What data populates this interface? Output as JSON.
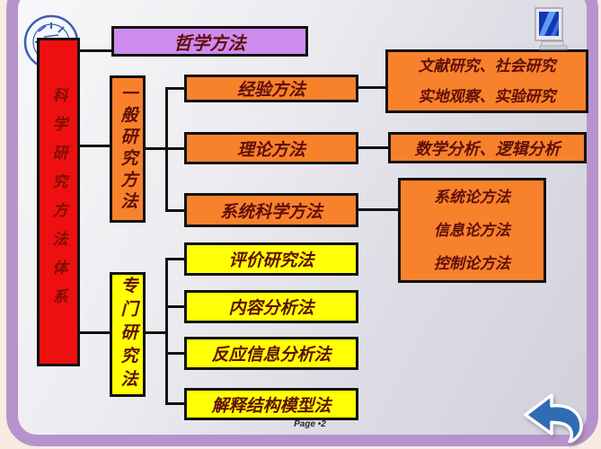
{
  "slide": {
    "footer_page_label": "Page •2"
  },
  "diagram": {
    "root": {
      "label": "科学研究方法体系"
    },
    "philosophy": {
      "label": "哲学方法"
    },
    "general_branch": {
      "label": "一般研究方法",
      "methods": [
        {
          "label": "经验方法"
        },
        {
          "label": "理论方法"
        },
        {
          "label": "系统科学方法"
        }
      ],
      "details": [
        {
          "lines": [
            "文献研究、社会研究",
            "实地观察、实验研究"
          ]
        },
        {
          "lines": [
            "数学分析、逻辑分析"
          ]
        },
        {
          "lines": [
            "系统论方法",
            "信息论方法",
            "控制论方法"
          ]
        }
      ]
    },
    "special_branch": {
      "label": "专门研究法",
      "methods": [
        {
          "label": "评价研究法"
        },
        {
          "label": "内容分析法"
        },
        {
          "label": "反应信息分析法"
        },
        {
          "label": "解释结构模型法"
        }
      ]
    }
  },
  "icons": {
    "seal": "university-seal",
    "computer": "computer-monitor",
    "back": "back-arrow"
  },
  "colors": {
    "root_box": "#ee1010",
    "branch_orange": "#f8812c",
    "branch_yellow": "#ffff05",
    "philosophy_purple": "#ce8bee",
    "frame_purple": "#b793cd",
    "outer_background": "#f7ebe2",
    "text_maroon": "#5e0f08",
    "connector_black": "#121212",
    "back_arrow_blue": "#2f6cb3"
  }
}
